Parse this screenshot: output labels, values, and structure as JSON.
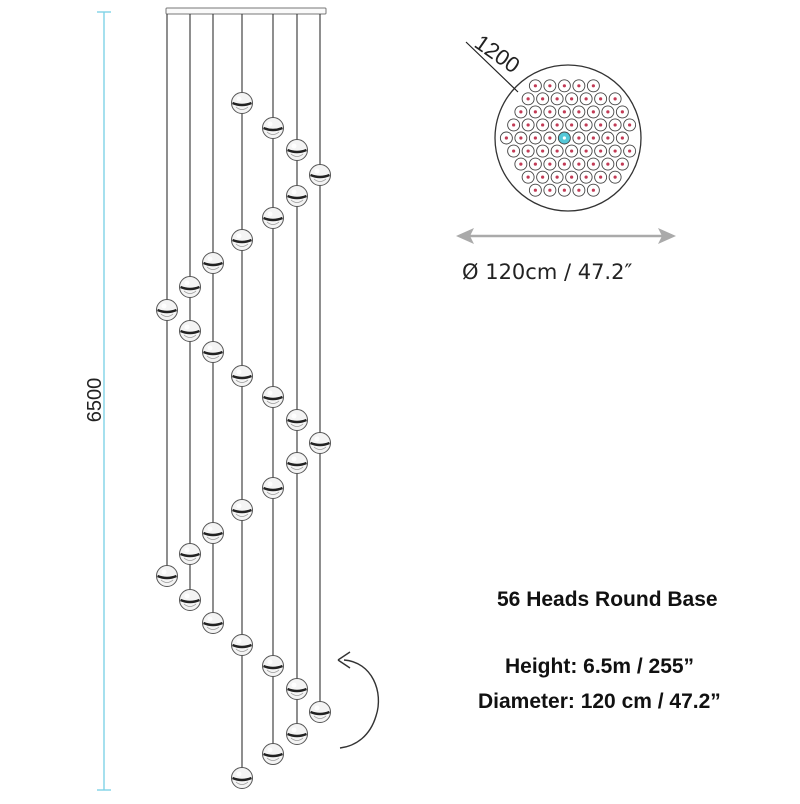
{
  "drawing": {
    "height_dimension": "6500",
    "base_diameter_dimension": "1200",
    "diameter_caption": "Ø 120cm / 47.2″",
    "dimension_line_color": "#7fd3e6",
    "arrow_color": "#aaaaaa",
    "base_center_color": "#55c8d8",
    "icons": [
      "rotation-arrow-icon",
      "double-arrow-icon"
    ]
  },
  "specs": {
    "title": "56 Heads Round Base",
    "height": "Height: 6.5m / 255”",
    "diameter": "Diameter: 120 cm / 47.2”"
  }
}
